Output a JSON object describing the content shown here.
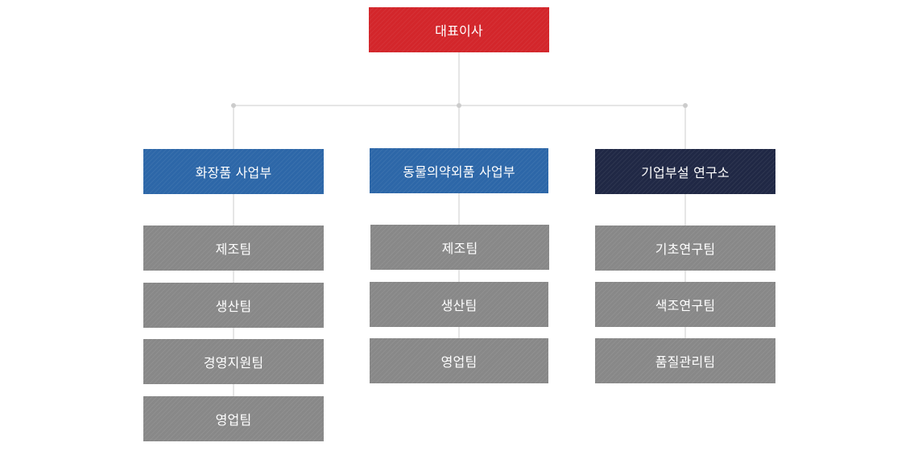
{
  "org_chart": {
    "ceo": {
      "label": "대표이사"
    },
    "divisions": [
      {
        "label": "화장품 사업부",
        "teams": [
          "제조팀",
          "생산팀",
          "경영지원팀",
          "영업팀"
        ]
      },
      {
        "label": "동물의약외품 사업부",
        "teams": [
          "제조팀",
          "생산팀",
          "영업팀"
        ]
      },
      {
        "label": "기업부설 연구소",
        "teams": [
          "기초연구팀",
          "색조연구팀",
          "품질관리팀"
        ]
      }
    ]
  },
  "colors": {
    "ceo": "#d3262b",
    "division_blue": "#2d67a8",
    "division_navy": "#202845",
    "team": "#888888",
    "connector": "#cccccc"
  }
}
